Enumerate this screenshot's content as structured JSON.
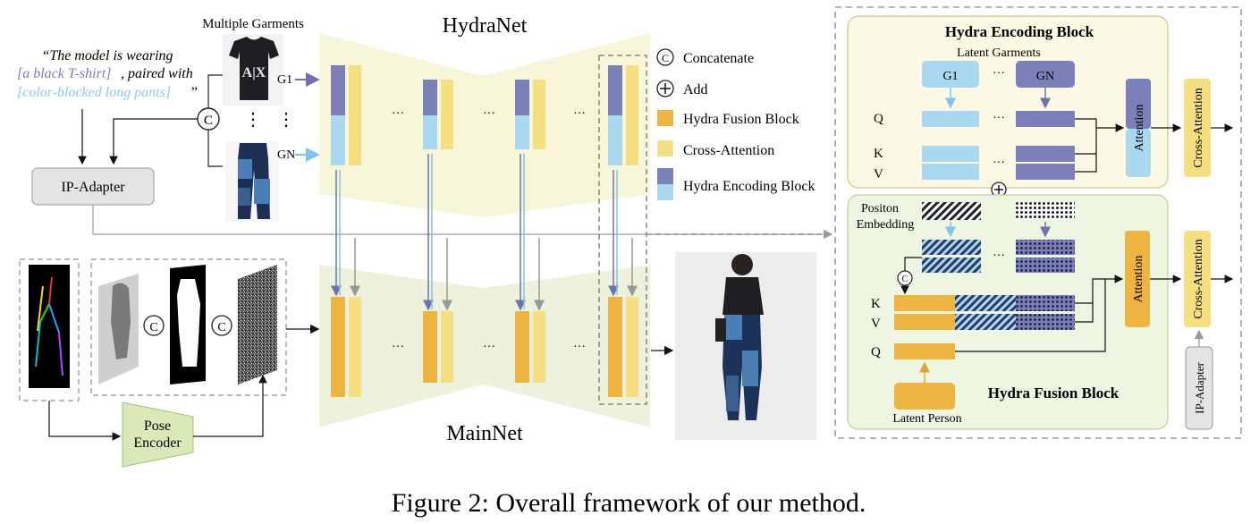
{
  "caption": "Figure 2: Overall framework of our method.",
  "prompt": {
    "line1": "“The model is wearing",
    "line2_part1": "[a black T-shirt]",
    "line2_part2": ", paired with",
    "line3": "[color-blocked long pants]",
    "line3_end": "”"
  },
  "labels": {
    "multiple_garments": "Multiple Garments",
    "g1": "G1",
    "gn": "GN",
    "concat_symbol": "C",
    "vdots": "⋮",
    "ip_adapter": "IP-Adapter",
    "hydranet": "HydraNet",
    "mainnet": "MainNet",
    "ellipsis": "···",
    "pose_encoder_line1": "Pose",
    "pose_encoder_line2": "Encoder",
    "tshirt_logo": "A|X"
  },
  "legend": {
    "concatenate": "Concatenate",
    "add": "Add",
    "hydra_fusion_block": "Hydra Fusion Block",
    "cross_attention": "Cross-Attention",
    "hydra_encoding_block": "Hydra Encoding Block"
  },
  "encoding_block": {
    "title": "Hydra Encoding Block",
    "latent_garments": "Latent Garments",
    "g1": "G1",
    "gn": "GN",
    "q": "Q",
    "k": "K",
    "v": "V",
    "attention": "Attention",
    "cross_attention": "Cross-Attention",
    "ellipsis": "···"
  },
  "fusion_block": {
    "title": "Hydra Fusion Block",
    "position_embedding_line1": "Positon",
    "position_embedding_line2": "Embedding",
    "k": "K",
    "v": "V",
    "q": "Q",
    "latent_person": "Latent Person",
    "attention": "Attention",
    "cross_attention": "Cross-Attention",
    "ip_adapter": "IP-Adapter",
    "plus": "+"
  },
  "colors": {
    "hydra_yellow_bg": "#f7f6d8",
    "main_green_bg": "#eef2dd",
    "purple": "#7b80b8",
    "light_blue": "#a9d8f0",
    "fusion_orange": "#eeb442",
    "cross_yellow": "#f6de82",
    "encoding_panel": "#fbf9e3",
    "fusion_panel": "#eef5e1",
    "pose_encoder_green": "#d9eab8"
  }
}
